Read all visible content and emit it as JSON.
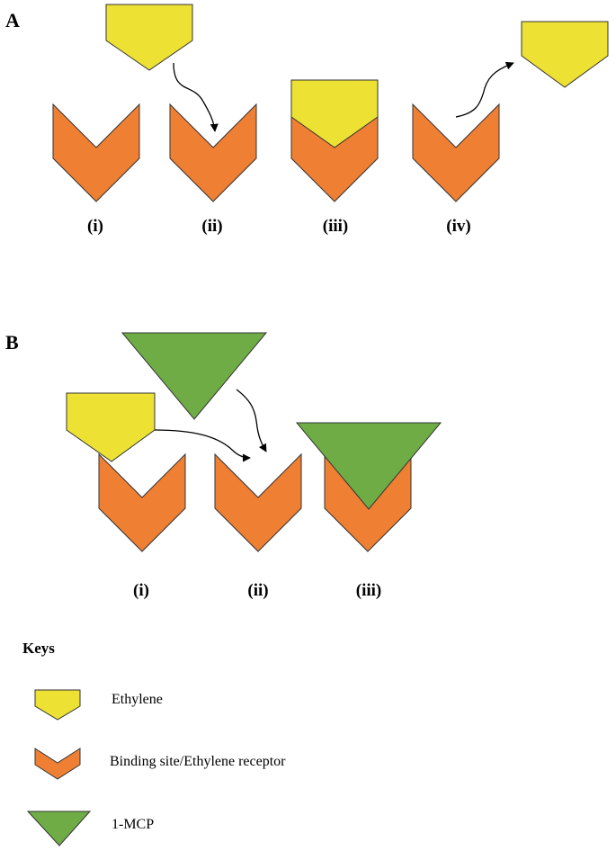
{
  "colors": {
    "ethylene": "#ede234",
    "receptor": "#ef8033",
    "mcp": "#6fac46"
  },
  "panel_a": {
    "letter": "A",
    "steps": [
      "(i)",
      "(ii)",
      "(iii)",
      "(iv)"
    ]
  },
  "panel_b": {
    "letter": "B",
    "steps": [
      "(i)",
      "(ii)",
      "(iii)"
    ]
  },
  "keys": {
    "title": "Keys",
    "items": [
      {
        "icon": "ethylene-pentagon-icon",
        "label": "Ethylene"
      },
      {
        "icon": "receptor-chevron-icon",
        "label": "Binding site/Ethylene receptor"
      },
      {
        "icon": "mcp-triangle-icon",
        "label": "1-MCP"
      }
    ]
  }
}
